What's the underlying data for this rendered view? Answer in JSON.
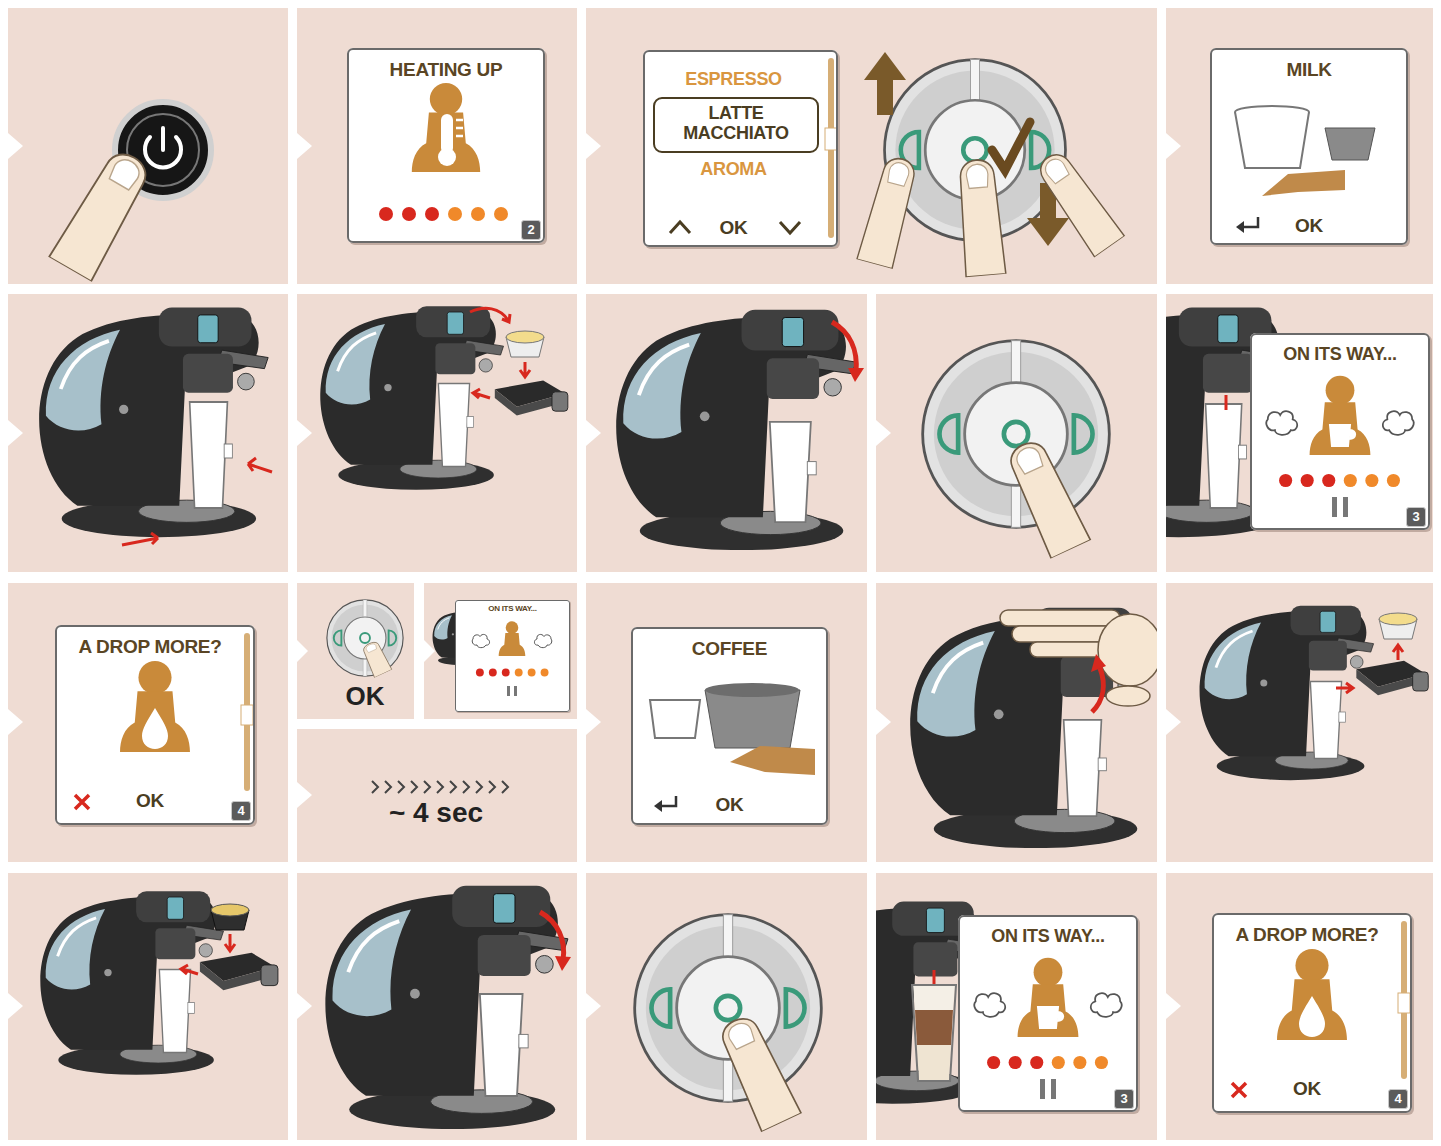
{
  "diagram": {
    "nodes": [
      {
        "text": [
          "HEATING UP"
        ]
      },
      {
        "text": [
          "2"
        ],
        "in": 0
      },
      {
        "text": [
          "ESPRESSO",
          "AROMA",
          "OK"
        ]
      },
      {
        "text": [
          "LATTE MACCHIATO"
        ],
        "in": 2
      },
      {
        "text": [
          "MILK",
          "OK"
        ]
      },
      {
        "text": [
          "ON ITS WAY..."
        ]
      },
      {
        "text": [
          "3"
        ],
        "in": 5
      },
      {
        "text": [
          "A DROP MORE?",
          "OK"
        ]
      },
      {
        "text": [
          "4"
        ],
        "in": 7
      },
      {
        "text": [
          "ON ITS WAY..."
        ]
      },
      {
        "text": [
          "COFFEE",
          "OK"
        ]
      },
      {
        "text": [
          "ON ITS WAY..."
        ]
      },
      {
        "text": [
          "3"
        ],
        "in": 11
      },
      {
        "text": [
          "A DROP MORE?",
          "OK"
        ]
      },
      {
        "text": [
          "4"
        ],
        "in": 13
      }
    ],
    "labels": [
      "OK",
      "~ 4 sec"
    ]
  }
}
